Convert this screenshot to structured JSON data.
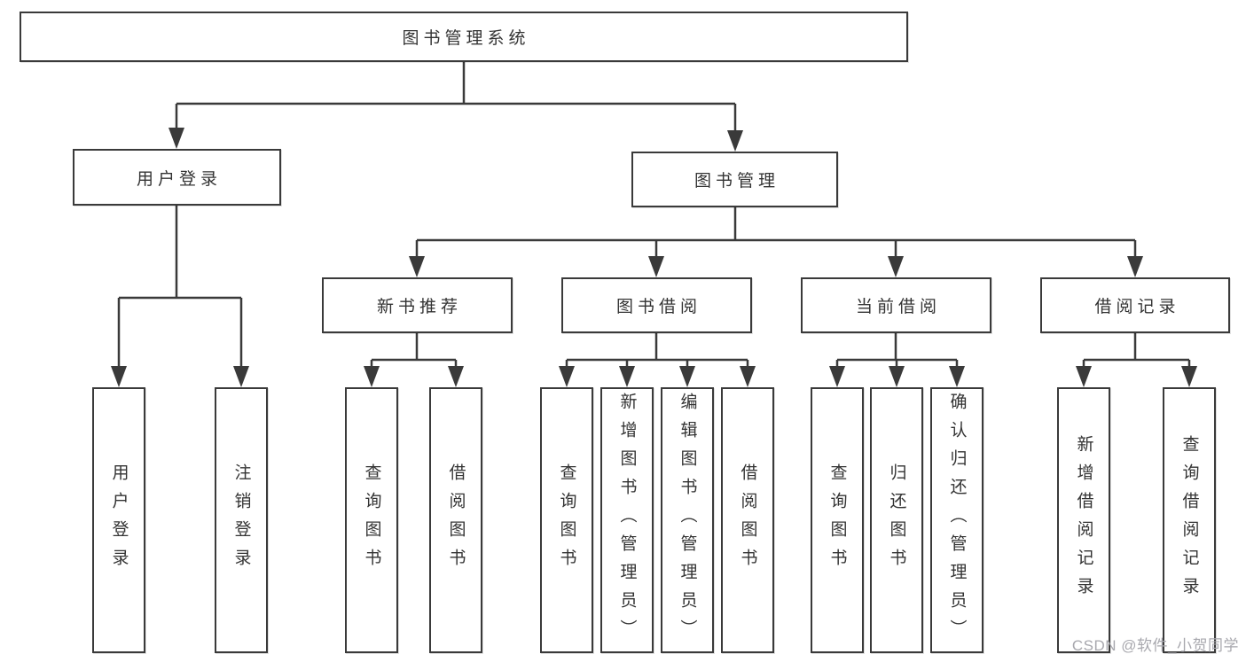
{
  "colors": {
    "line": "#3a3a3a",
    "box_border": "#3a3a3a",
    "text": "#333333",
    "watermark": "#a8a8ae",
    "background": "#ffffff"
  },
  "diagram": {
    "root": {
      "label": "图书管理系统"
    },
    "branches": [
      {
        "label": "用户登录"
      },
      {
        "label": "图书管理"
      }
    ],
    "modules": [
      {
        "label": "新书推荐"
      },
      {
        "label": "图书借阅"
      },
      {
        "label": "当前借阅"
      },
      {
        "label": "借阅记录"
      }
    ],
    "leaves": [
      {
        "label": "用户登录"
      },
      {
        "label": "注销登录"
      },
      {
        "label": "查询图书"
      },
      {
        "label": "借阅图书"
      },
      {
        "label": "查询图书"
      },
      {
        "label": "新增图书（管理员）"
      },
      {
        "label": "编辑图书（管理员）"
      },
      {
        "label": "借阅图书"
      },
      {
        "label": "查询图书"
      },
      {
        "label": "归还图书"
      },
      {
        "label": "确认归还（管理员）"
      },
      {
        "label": "新增借阅记录"
      },
      {
        "label": "查询借阅记录"
      }
    ]
  },
  "watermark": {
    "text": "CSDN @软件_小贺同学"
  }
}
